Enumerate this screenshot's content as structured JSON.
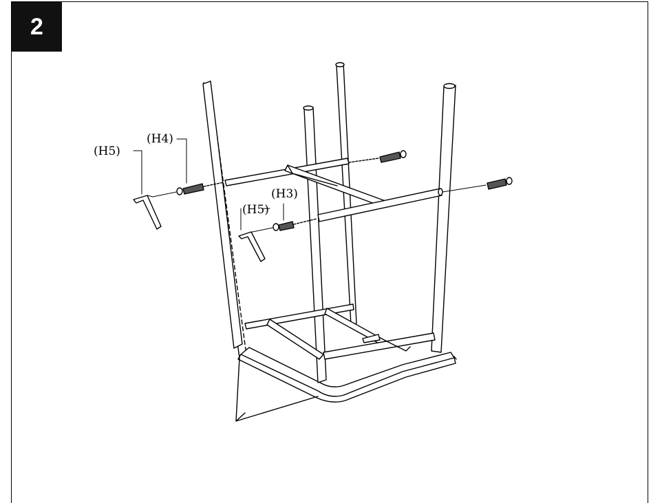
{
  "step": {
    "number": "2"
  },
  "callouts": {
    "h5_left": "(H5)",
    "h4": "(H4)",
    "h3": "(H3)",
    "h5_mid": "(H5)"
  },
  "colors": {
    "line": "#000000",
    "fill": "#ffffff",
    "badge": "#111111"
  },
  "parts": [
    "chair-frame",
    "allen-key",
    "bolt",
    "stretcher-rail"
  ]
}
